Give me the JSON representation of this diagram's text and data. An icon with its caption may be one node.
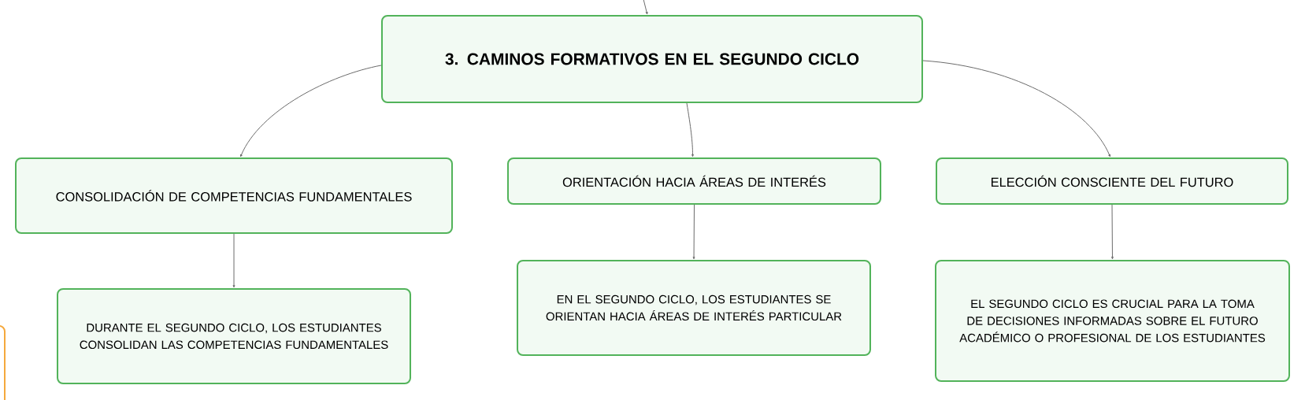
{
  "diagram": {
    "nodes": [
      {
        "text": [
          "3. CAMINOS FORMATIVOS EN EL SEGUNDO CICLO"
        ]
      },
      {
        "text": [
          "CONSOLIDACIÓN DE COMPETENCIAS FUNDAMENTALES"
        ]
      },
      {
        "text": [
          "ORIENTACIÓN HACIA ÁREAS DE INTERÉS"
        ]
      },
      {
        "text": [
          "ELECCIÓN CONSCIENTE DEL FUTURO"
        ]
      },
      {
        "text": [
          "DURANTE EL SEGUNDO CICLO, LOS ESTUDIANTES CONSOLIDAN LAS COMPETENCIAS FUNDAMENTALES"
        ]
      },
      {
        "text": [
          "EN EL SEGUNDO CICLO, LOS ESTUDIANTES SE ORIENTAN HACIA ÁREAS DE INTERÉS PARTICULAR"
        ]
      },
      {
        "text": [
          "EL SEGUNDO CICLO ES CRUCIAL PARA LA TOMA DE DECISIONES INFORMADAS SOBRE EL FUTURO ACADÉMICO O PROFESIONAL DE LOS ESTUDIANTES"
        ]
      },
      {
        "text": [],
        "shape": "box"
      }
    ],
    "edges": [
      {
        "from": null,
        "to": 0,
        "arrow": "to"
      },
      {
        "from": 0,
        "to": 1,
        "arrow": "to"
      },
      {
        "from": 0,
        "to": 2,
        "arrow": "to"
      },
      {
        "from": 0,
        "to": 3,
        "arrow": "to"
      },
      {
        "from": 1,
        "to": 4,
        "arrow": "to"
      },
      {
        "from": 2,
        "to": 5,
        "arrow": "to"
      },
      {
        "from": 3,
        "to": 6,
        "arrow": "to"
      }
    ]
  }
}
